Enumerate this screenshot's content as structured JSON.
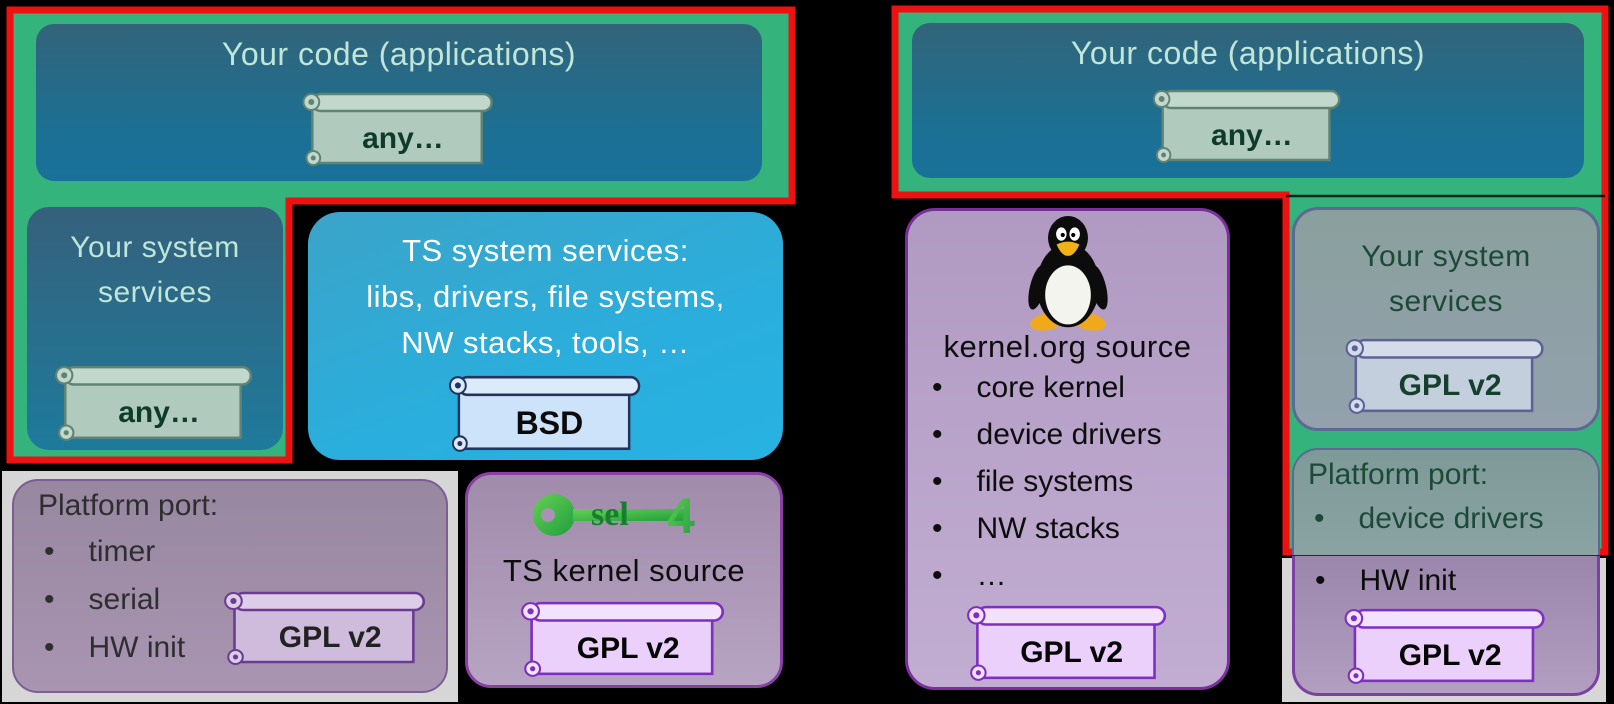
{
  "colors": {
    "background": "#000000",
    "highlight_border_red": "#ee1111",
    "open_source_green": "#34b47c",
    "app_box_teal": "#1b7094",
    "ts_services_blue": "#2aaedd",
    "kernel_box_lavender": "#b09ac2",
    "platform_box_mauve": "#9c8ba4",
    "right_column_slate": "#8da09f",
    "sel4_logo_green": "#3fae47"
  },
  "left": {
    "your_code": {
      "title": "Your code (applications)",
      "license": "any…"
    },
    "system_services": {
      "title": "Your system services",
      "license": "any…"
    },
    "ts_services": {
      "line1": "TS system services:",
      "line2": "libs, drivers, file systems,",
      "line3": "NW stacks, tools, …",
      "license": "BSD"
    },
    "platform_port": {
      "title": "Platform port:",
      "bullet1": "timer",
      "bullet2": "serial",
      "bullet3": "HW init",
      "license": "GPL v2"
    },
    "kernel": {
      "logo_text_main": "sel",
      "logo_text_num": "4",
      "title": "TS kernel source",
      "license": "GPL v2"
    }
  },
  "right": {
    "your_code": {
      "title": "Your code (applications)",
      "license": "any…"
    },
    "kernel_org": {
      "title": "kernel.org source",
      "bullet1": "core kernel",
      "bullet2": "device drivers",
      "bullet3": "file systems",
      "bullet4": "NW stacks",
      "bullet5": "…",
      "license": "GPL v2"
    },
    "system_services": {
      "title": "Your system services",
      "license": "GPL v2"
    },
    "platform_port": {
      "title": "Platform port:",
      "bullet1": "device drivers"
    },
    "hw_init": {
      "bullet1": "HW init",
      "license": "GPL v2"
    }
  }
}
